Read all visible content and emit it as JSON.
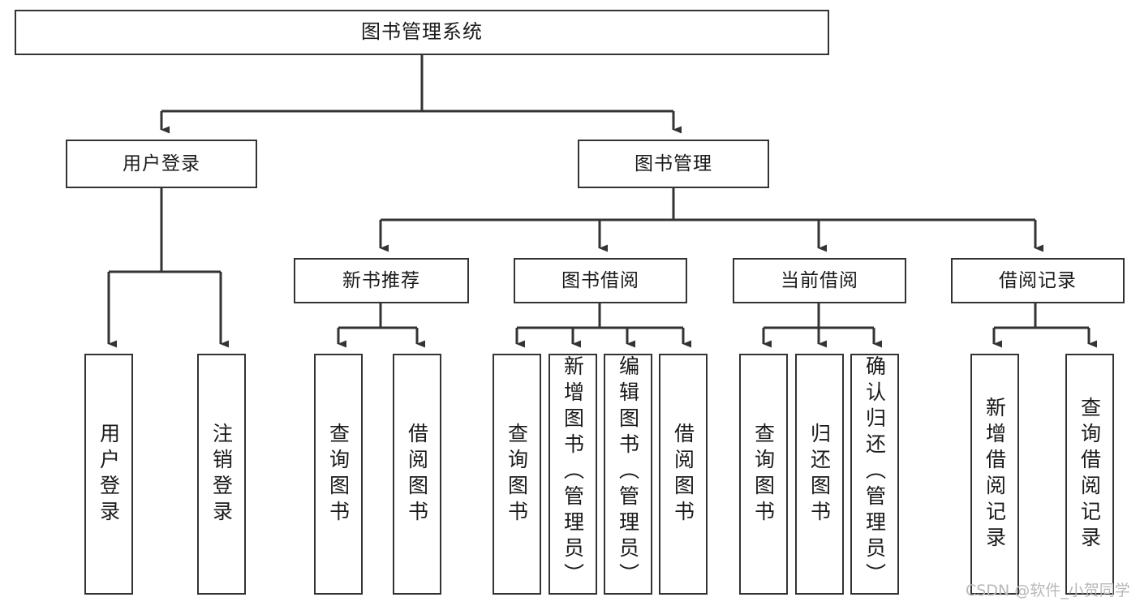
{
  "diagram": {
    "type": "tree",
    "title": "图书管理系统",
    "orientation": "top-down",
    "edge_color": "#333333",
    "node_border_color": "#333333",
    "node_fill_color": "#ffffff",
    "text_color": "#1a1a1a"
  },
  "nodes": {
    "root": {
      "label": "图书管理系统",
      "level": 1
    },
    "level2": [
      {
        "label": "用户登录",
        "level": 2
      },
      {
        "label": "图书管理",
        "level": 2
      }
    ],
    "level3": [
      {
        "label": "新书推荐",
        "level": 3
      },
      {
        "label": "图书借阅",
        "level": 3
      },
      {
        "label": "当前借阅",
        "level": 3
      },
      {
        "label": "借阅记录",
        "level": 3
      }
    ],
    "leaves": {
      "user_login": [
        {
          "label": "用户登录"
        },
        {
          "label": "注销登录"
        }
      ],
      "new_book_recommend": [
        {
          "label": "查询图书"
        },
        {
          "label": "借阅图书"
        }
      ],
      "book_borrow": [
        {
          "label": "查询图书"
        },
        {
          "label": "新增图书（管理员）"
        },
        {
          "label": "编辑图书（管理员）"
        },
        {
          "label": "借阅图书"
        }
      ],
      "current_borrow": [
        {
          "label": "查询图书"
        },
        {
          "label": "归还图书"
        },
        {
          "label": "确认归还（管理员）"
        }
      ],
      "borrow_record": [
        {
          "label": "新增借阅记录"
        },
        {
          "label": "查询借阅记录"
        }
      ]
    }
  },
  "watermark": {
    "text": "CSDN @软件_小贺同学"
  }
}
